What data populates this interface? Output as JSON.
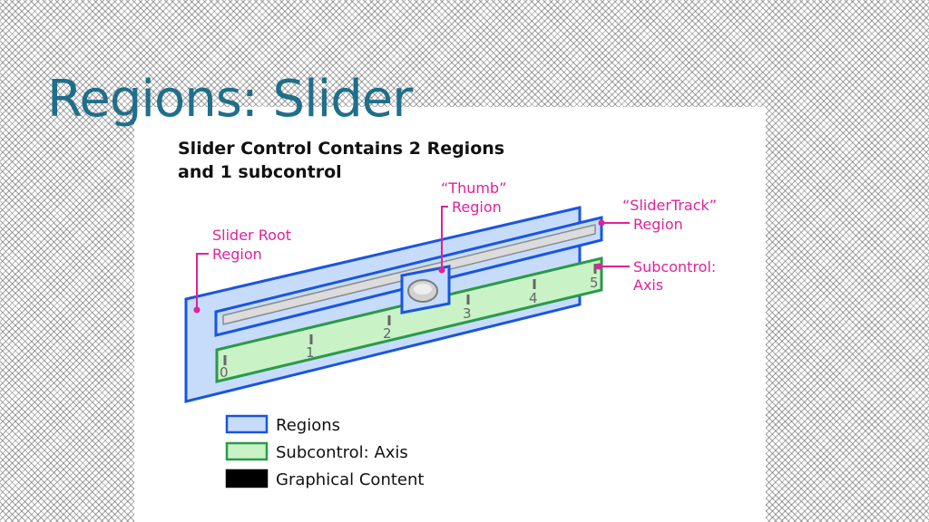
{
  "slide_title": "Regions: Slider",
  "diagram": {
    "heading_line1": "Slider Control Contains 2 Regions",
    "heading_line2": "and 1 subcontrol",
    "callouts": {
      "thumb_line1": "“Thumb”",
      "thumb_line2": "Region",
      "slider_track_line1": "“SliderTrack”",
      "slider_track_line2": "Region",
      "slider_root_line1": "Slider Root",
      "slider_root_line2": "Region",
      "subcontrol_line1": "Subcontrol:",
      "subcontrol_line2": "Axis"
    },
    "axis_ticks": [
      "0",
      "1",
      "2",
      "3",
      "4",
      "5"
    ],
    "legend": [
      {
        "label": "Regions",
        "swatch": "#c6dcfa",
        "border": "#1a55e0"
      },
      {
        "label": "Subcontrol: Axis",
        "swatch": "#c9f2c7",
        "border": "#2b9a48"
      },
      {
        "label": "Graphical Content",
        "swatch": "#000000",
        "border": "#000000"
      }
    ]
  },
  "colors": {
    "title": "#1f6f8b",
    "callout": "#e0219a",
    "region_fill": "#c6dcfa",
    "region_border": "#1a55e0",
    "axis_fill": "#c9f2c7",
    "axis_border": "#2b9a48"
  }
}
